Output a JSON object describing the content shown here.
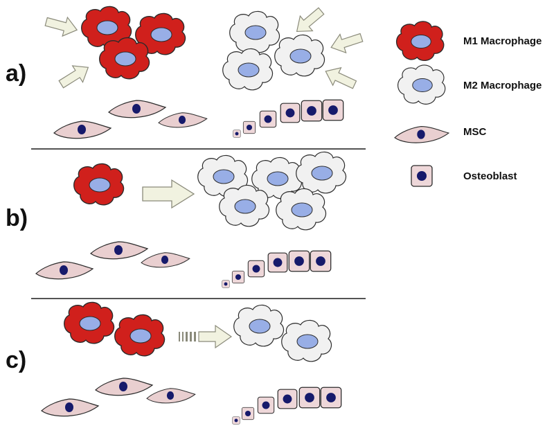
{
  "panels": [
    {
      "label": "a)"
    },
    {
      "label": "b)"
    },
    {
      "label": "c)"
    }
  ],
  "legend": [
    {
      "key": "m1",
      "label": "M1 Macrophage"
    },
    {
      "key": "m2",
      "label": "M2 Macrophage"
    },
    {
      "key": "msc",
      "label": "MSC"
    },
    {
      "key": "osteoblast",
      "label": "Osteoblast"
    }
  ],
  "colors": {
    "m1_body": "#d0201c",
    "m1_nucleus": "#98aee6",
    "m2_body": "#f1f1f1",
    "m2_nucleus": "#98aee6",
    "msc_body": "#e9cfd0",
    "nucleus_dark": "#161a6b",
    "osteoblast_body": "#eed7d9",
    "arrow_fill": "#f1f2e0",
    "outline": "#2b2b2b",
    "divider": "#1a1a1a"
  }
}
